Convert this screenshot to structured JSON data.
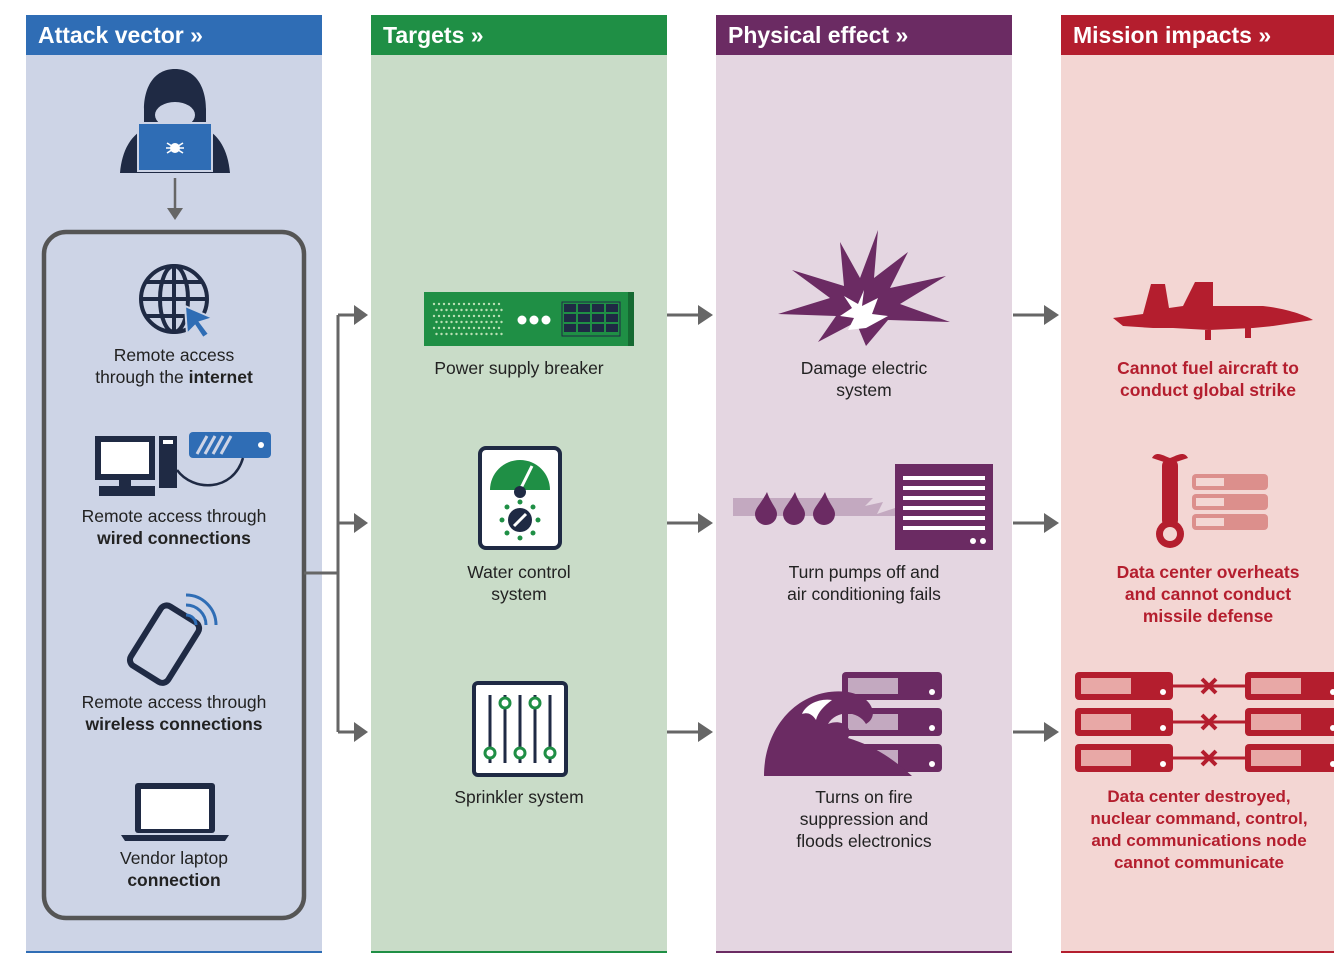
{
  "colors": {
    "attack_header": "#2f6db5",
    "attack_bg": "#cdd4e6",
    "targets_header": "#1f8f45",
    "targets_bg": "#c9dcc8",
    "physical_header": "#6b2b63",
    "physical_bg": "#e4d6e1",
    "mission_header": "#b41e2e",
    "mission_bg": "#f3d6d3",
    "icon_dark": "#1f2a44",
    "icon_blue": "#2f6db5",
    "icon_green": "#1f8f45",
    "icon_purple": "#6b2b63",
    "icon_red": "#b41e2e",
    "arrow": "#666666"
  },
  "columns": {
    "attack": {
      "header": "Attack vector »",
      "items": [
        {
          "icon": "globe-cursor-icon",
          "line1": "Remote access",
          "line2_pre": "through the ",
          "line2_bold": "internet"
        },
        {
          "icon": "desktop-computer-icon",
          "line1": "Remote access through",
          "line2_bold": "wired connections"
        },
        {
          "icon": "tablet-wireless-icon",
          "line1": "Remote access through",
          "line2_bold": "wireless connections"
        },
        {
          "icon": "laptop-icon",
          "line1": "Vendor laptop",
          "line2_bold": "connection"
        }
      ]
    },
    "targets": {
      "header": "Targets »",
      "items": [
        {
          "icon": "power-breaker-icon",
          "lines": [
            "Power supply breaker"
          ]
        },
        {
          "icon": "water-gauge-icon",
          "lines": [
            "Water control",
            "system"
          ]
        },
        {
          "icon": "sprinkler-panel-icon",
          "lines": [
            "Sprinkler system"
          ]
        }
      ]
    },
    "physical": {
      "header": "Physical effect »",
      "items": [
        {
          "icon": "explosion-icon",
          "lines": [
            "Damage electric",
            "system"
          ]
        },
        {
          "icon": "pump-ac-icon",
          "lines": [
            "Turn pumps off and",
            "air conditioning fails"
          ]
        },
        {
          "icon": "wave-servers-icon",
          "lines": [
            "Turns on fire",
            "suppression and",
            "floods electronics"
          ]
        }
      ]
    },
    "mission": {
      "header": "Mission impacts »",
      "items": [
        {
          "icon": "fighter-jet-icon",
          "lines": [
            "Cannot fuel aircraft to",
            "conduct global strike"
          ]
        },
        {
          "icon": "thermometer-servers-icon",
          "lines": [
            "Data center overheats",
            "and cannot conduct",
            "missile defense"
          ]
        },
        {
          "icon": "disconnected-servers-icon",
          "lines": [
            "Data center destroyed,",
            "nuclear command, control,",
            "and communications node",
            "cannot communicate"
          ]
        }
      ]
    }
  }
}
